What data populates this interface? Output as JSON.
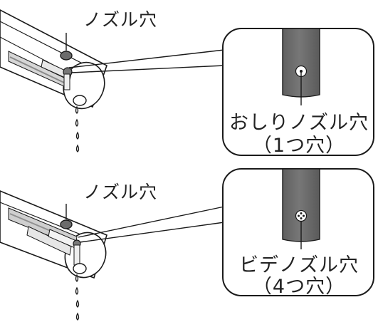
{
  "panels": [
    {
      "nozzle_label": "ノズル穴",
      "callout_name": "おしりノズル穴",
      "callout_holes": "（1つ穴）",
      "hole_icon": "single-hole-icon"
    },
    {
      "nozzle_label": "ノズル穴",
      "callout_name": "ビデノズル穴",
      "callout_holes": "（4つ穴）",
      "hole_icon": "four-hole-icon"
    }
  ],
  "colors": {
    "line": "#1a1a1a",
    "body_fill": "#ffffff",
    "nozzle_dark": "#6b6b6b",
    "nozzle_light": "#c9c9c9",
    "arm_light": "#e4e4e4",
    "arm_mid": "#bdbdbd"
  }
}
